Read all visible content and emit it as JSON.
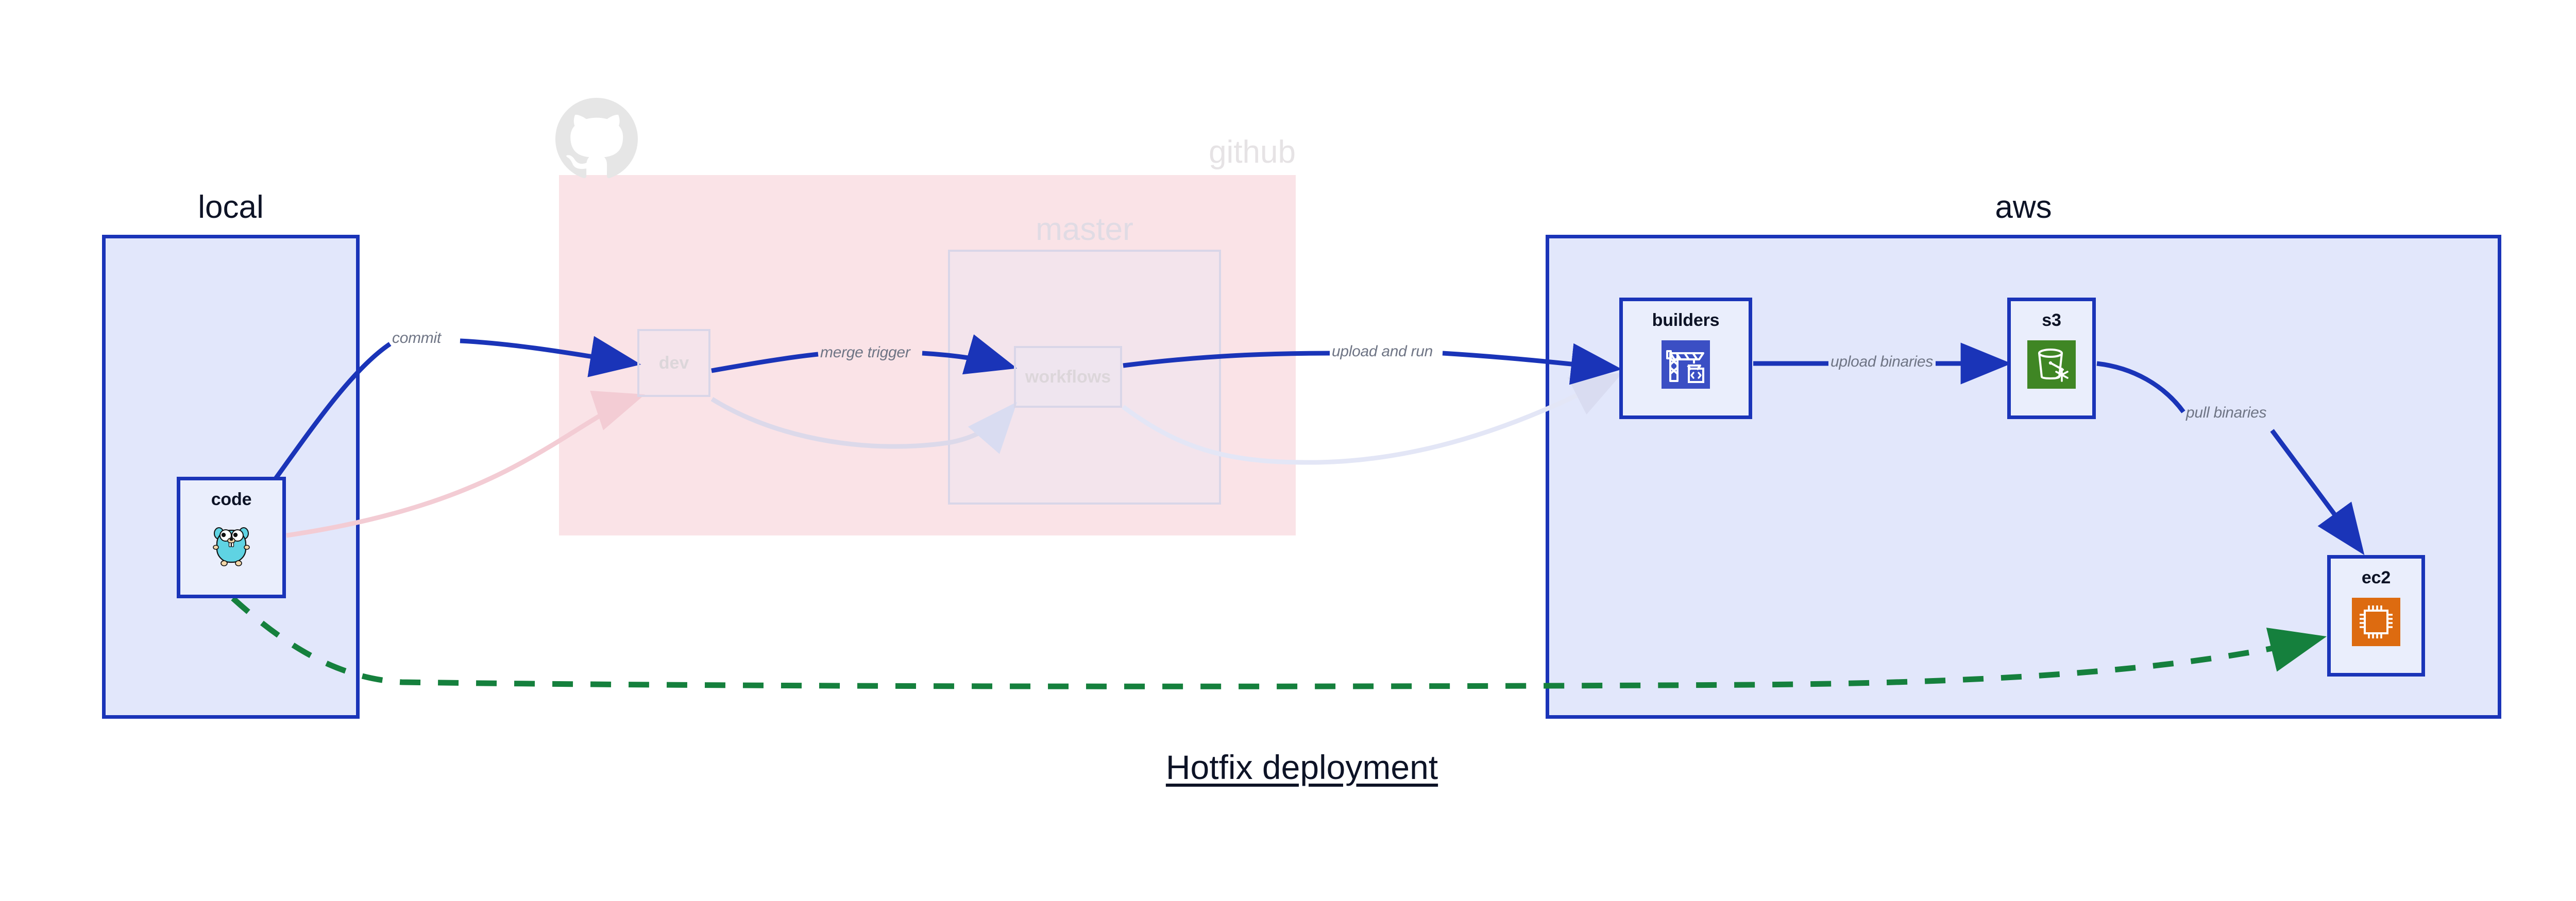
{
  "diagram": {
    "title": "Hotfix deployment",
    "colors": {
      "container_border": "#1a34b8",
      "container_fill": "#e2e7fb",
      "github_fill": "#fae3e7",
      "node_fill": "#eaeefc",
      "edge_active": "#1a34b8",
      "edge_dashed": "#15803d",
      "label_text": "#6f7585",
      "faded_text": "#dcd6da",
      "builders_icon_bg": "#3b4fc4",
      "s3_icon_bg": "#3f8624",
      "ec2_icon_bg": "#dd6b10",
      "gopher_body": "#5fd3e3"
    }
  },
  "containers": [
    {
      "id": "local",
      "label": "local",
      "state": "active"
    },
    {
      "id": "github",
      "label": "github",
      "state": "faded"
    },
    {
      "id": "master",
      "label": "master",
      "state": "faded"
    },
    {
      "id": "aws",
      "label": "aws",
      "state": "active"
    }
  ],
  "nodes": [
    {
      "id": "code",
      "label": "code",
      "icon": "go-gopher-icon",
      "state": "active"
    },
    {
      "id": "dev",
      "label": "dev",
      "icon": "none",
      "state": "faded"
    },
    {
      "id": "workflows",
      "label": "workflows",
      "icon": "none",
      "state": "faded"
    },
    {
      "id": "builders",
      "label": "builders",
      "icon": "aws-codebuild-icon",
      "state": "active"
    },
    {
      "id": "s3",
      "label": "s3",
      "icon": "aws-s3-bucket-icon",
      "state": "active"
    },
    {
      "id": "ec2",
      "label": "ec2",
      "icon": "aws-ec2-chip-icon",
      "state": "active"
    }
  ],
  "edges": [
    {
      "id": "commit",
      "from": "code",
      "to": "dev",
      "label": "commit",
      "style": "solid",
      "state": "active"
    },
    {
      "id": "merge-trigger",
      "from": "dev",
      "to": "workflows",
      "label": "merge trigger",
      "style": "solid",
      "state": "active"
    },
    {
      "id": "upload-and-run",
      "from": "workflows",
      "to": "builders",
      "label": "upload and run",
      "style": "solid",
      "state": "active"
    },
    {
      "id": "upload-binaries",
      "from": "builders",
      "to": "s3",
      "label": "upload binaries",
      "style": "solid",
      "state": "active"
    },
    {
      "id": "pull-binaries",
      "from": "s3",
      "to": "ec2",
      "label": "pull binaries",
      "style": "solid",
      "state": "active"
    },
    {
      "id": "hotfix-direct",
      "from": "code",
      "to": "ec2",
      "label": "",
      "style": "dashed",
      "state": "active"
    }
  ],
  "icons": {
    "github_logo": "github-octocat-icon"
  }
}
